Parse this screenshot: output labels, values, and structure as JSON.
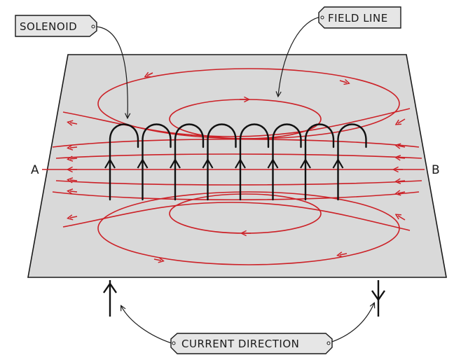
{
  "labels": {
    "solenoid": "SOLENOID",
    "field_line": "FIELD LINE",
    "current_direction": "CURRENT DIRECTION",
    "end_a": "A",
    "end_b": "B"
  },
  "colors": {
    "plane": "#d9d9d9",
    "field_line": "#cc2127",
    "coil": "#111111"
  }
}
